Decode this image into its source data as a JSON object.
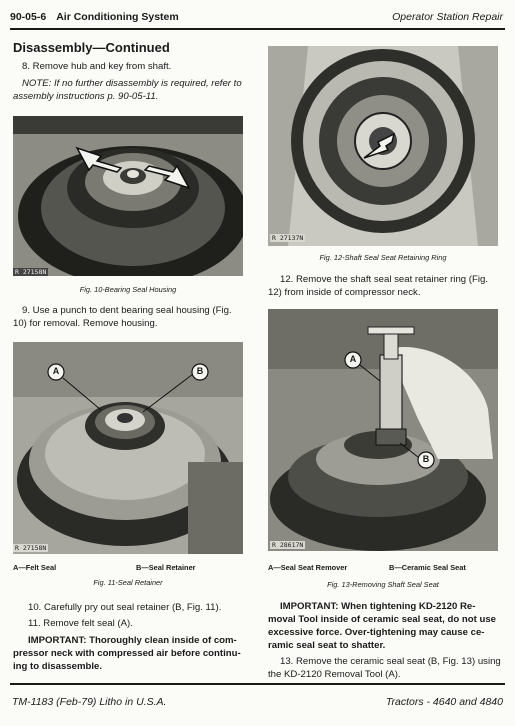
{
  "header": {
    "page_no": "90-05-6",
    "section": "Air Conditioning System",
    "chapter": "Operator Station Repair"
  },
  "left": {
    "title": "Disassembly—Continued",
    "step8": "8. Remove hub and key from shaft.",
    "note_line1": "NOTE: If no further disassembly is required, refer to",
    "note_line2": "assembly instructions p. 90-05-11.",
    "fig10_stamp": "R 27158N",
    "fig10_caption": "Fig. 10-Bearing Seal Housing",
    "step9_line1": "9. Use a punch to dent bearing seal housing (Fig.",
    "step9_line2": "10) for removal. Remove housing.",
    "fig11_stamp": "R 27158N",
    "fig11_callout_a": "A",
    "fig11_callout_b": "B",
    "legend_a": "A—Felt Seal",
    "legend_b": "B—Seal Retainer",
    "fig11_caption": "Fig. 11-Seal Retainer",
    "step10": "10. Carefully pry out seal retainer (B, Fig. 11).",
    "step11": "11. Remove felt seal (A).",
    "important_line1": "IMPORTANT: Thoroughly clean inside of com-",
    "important_line2": "pressor neck with compressed air before continu-",
    "important_line3": "ing to disassemble."
  },
  "right": {
    "fig12_stamp": "R 27137N",
    "fig12_caption": "Fig. 12-Shaft Seal Seat Retaining Ring",
    "step12_line1": "12. Remove the shaft seal seat retainer ring (Fig.",
    "step12_line2": "12) from inside of compressor neck.",
    "fig13_stamp": "R 28617N",
    "fig13_callout_a": "A",
    "fig13_callout_b": "B",
    "legend_a": "A—Seal Seat Remover",
    "legend_b": "B—Ceramic Seal Seat",
    "fig13_caption": "Fig. 13-Removing Shaft Seal Seat",
    "important_line1": "IMPORTANT: When tightening KD-2120 Re-",
    "important_line2": "moval Tool inside of ceramic seal seat, do not use",
    "important_line3": "excessive force. Over-tightening may cause ce-",
    "important_line4": "ramic seal seat to shatter.",
    "step13_line1": "13. Remove the ceramic seal seat (B, Fig. 13) using",
    "step13_line2": "the KD-2120 Removal Tool (A)."
  },
  "footer": {
    "left": "TM-1183 (Feb-79) Litho in U.S.A.",
    "right": "Tractors - 4640 and 4840"
  }
}
